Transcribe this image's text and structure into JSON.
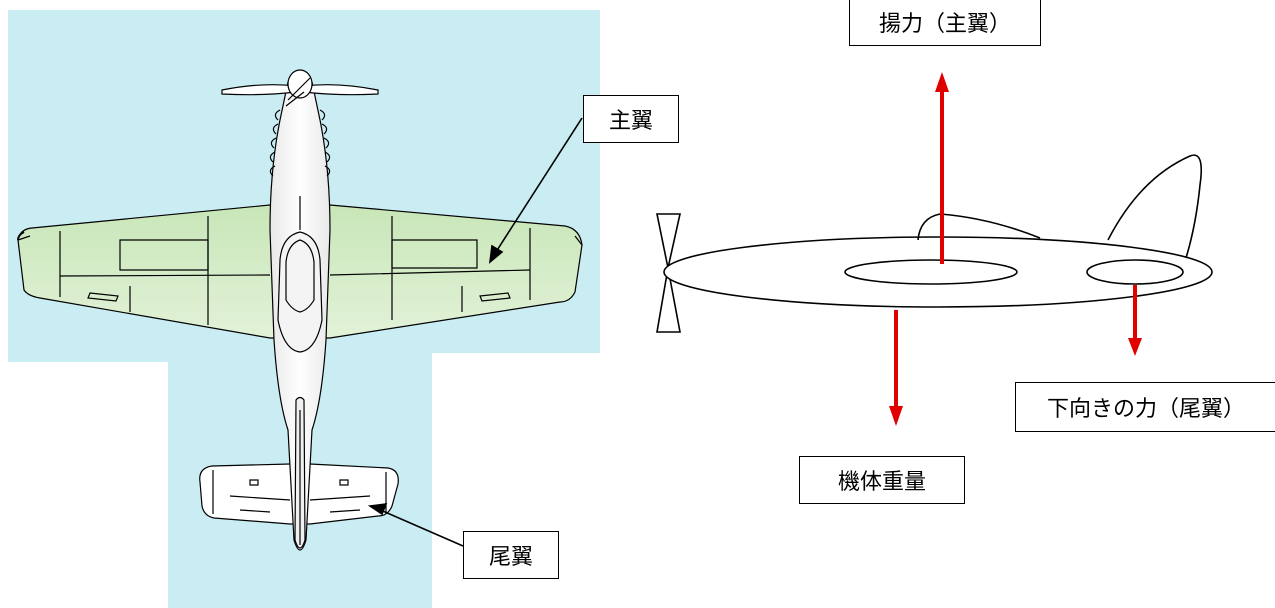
{
  "labels": {
    "main_wing": "主翼",
    "tail_wing": "尾翼",
    "lift": "揚力（主翼）",
    "downforce": "下向きの力（尾翼）",
    "weight": "機体重量"
  },
  "colors": {
    "background_panel": "#c9edf3",
    "wing_fill": "#d3ebc6",
    "force_arrow": "#e00000",
    "outline": "#000000"
  }
}
